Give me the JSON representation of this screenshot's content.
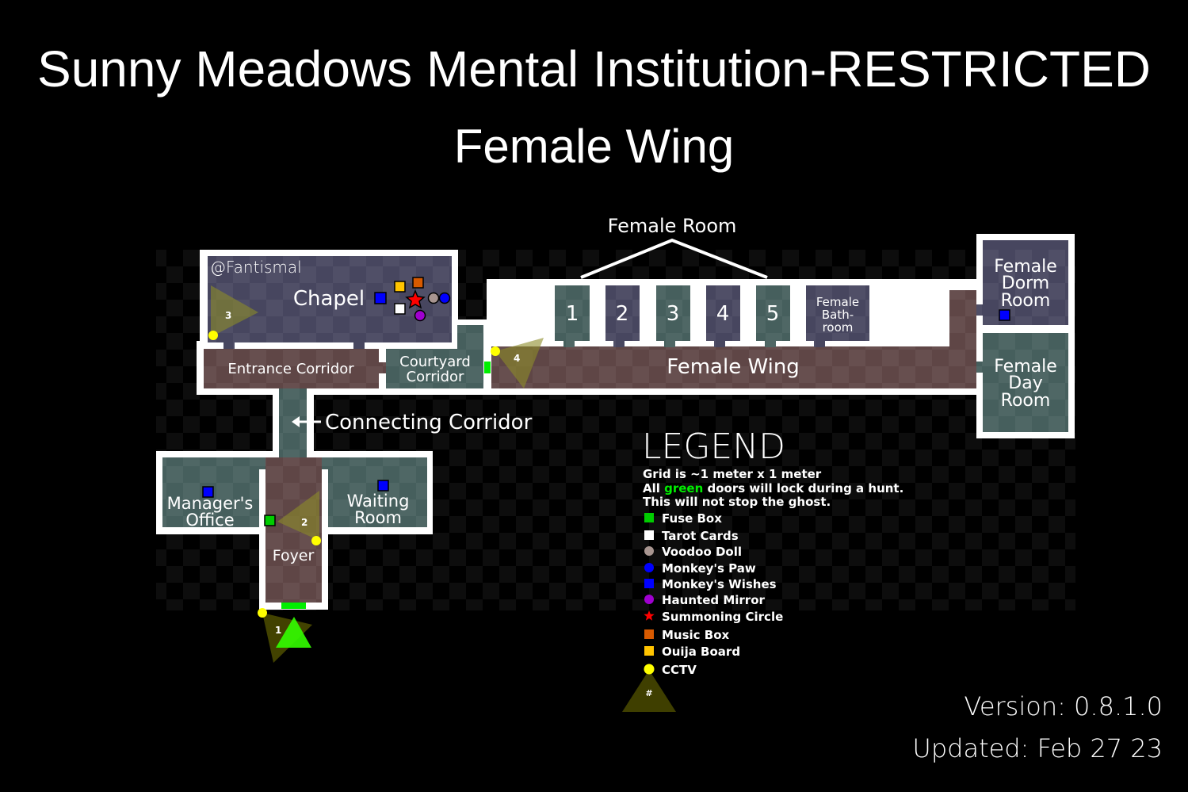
{
  "title": {
    "line1": "Sunny Meadows Mental Institution-RESTRICTED",
    "line2": "Female Wing"
  },
  "watermark": "@Fantismal",
  "rooms": {
    "chapel": "Chapel",
    "entrance_corridor": "Entrance Corridor",
    "courtyard_corridor": [
      "Courtyard",
      "Corridor"
    ],
    "female_wing": "Female Wing",
    "female_room_group": "Female Room",
    "female_rooms": [
      "1",
      "2",
      "3",
      "4",
      "5"
    ],
    "female_bathroom": [
      "Female",
      "Bath-",
      "room"
    ],
    "female_dorm_room": [
      "Female",
      "Dorm",
      "Room"
    ],
    "female_day_room": [
      "Female",
      "Day",
      "Room"
    ],
    "connecting_corridor": "Connecting Corridor",
    "managers_office": [
      "Manager's",
      "Office"
    ],
    "waiting_room": [
      "Waiting",
      "Room"
    ],
    "foyer": "Foyer"
  },
  "cameras": [
    "1",
    "2",
    "3",
    "4"
  ],
  "legend": {
    "title": "LEGEND",
    "note1": "Grid is ~1 meter x 1 meter",
    "note2_pre": "All ",
    "note2_green": "green",
    "note2_post": " doors will lock during a hunt.",
    "note3": "This will not stop the ghost.",
    "items": [
      {
        "label": "Fuse Box",
        "shape": "square",
        "color": "#00cc00"
      },
      {
        "label": "Tarot Cards",
        "shape": "square",
        "color": "#ffffff"
      },
      {
        "label": "Voodoo Doll",
        "shape": "circle",
        "color": "#a89590"
      },
      {
        "label": "Monkey's Paw",
        "shape": "circle",
        "color": "#0000ff"
      },
      {
        "label": "Monkey's Wishes",
        "shape": "square",
        "color": "#0000ff"
      },
      {
        "label": "Haunted Mirror",
        "shape": "circle",
        "color": "#a000d0"
      },
      {
        "label": "Summoning Circle",
        "shape": "star",
        "color": "#ff0000"
      },
      {
        "label": "Music Box",
        "shape": "square",
        "color": "#d85a00"
      },
      {
        "label": "Ouija Board",
        "shape": "square",
        "color": "#ffc400"
      },
      {
        "label": "CCTV",
        "shape": "circle",
        "color": "#ffff00"
      }
    ],
    "camera_symbol": "#"
  },
  "version": "Version: 0.8.1.0",
  "updated": "Updated: Feb 27 23",
  "colors": {
    "purple_room": "#47465f",
    "teal_room": "#465f5d",
    "brown_room": "#5f4646",
    "wall": "#ffffff",
    "cctv_cone": "#8a8a20",
    "green_door": "#00ee00"
  }
}
